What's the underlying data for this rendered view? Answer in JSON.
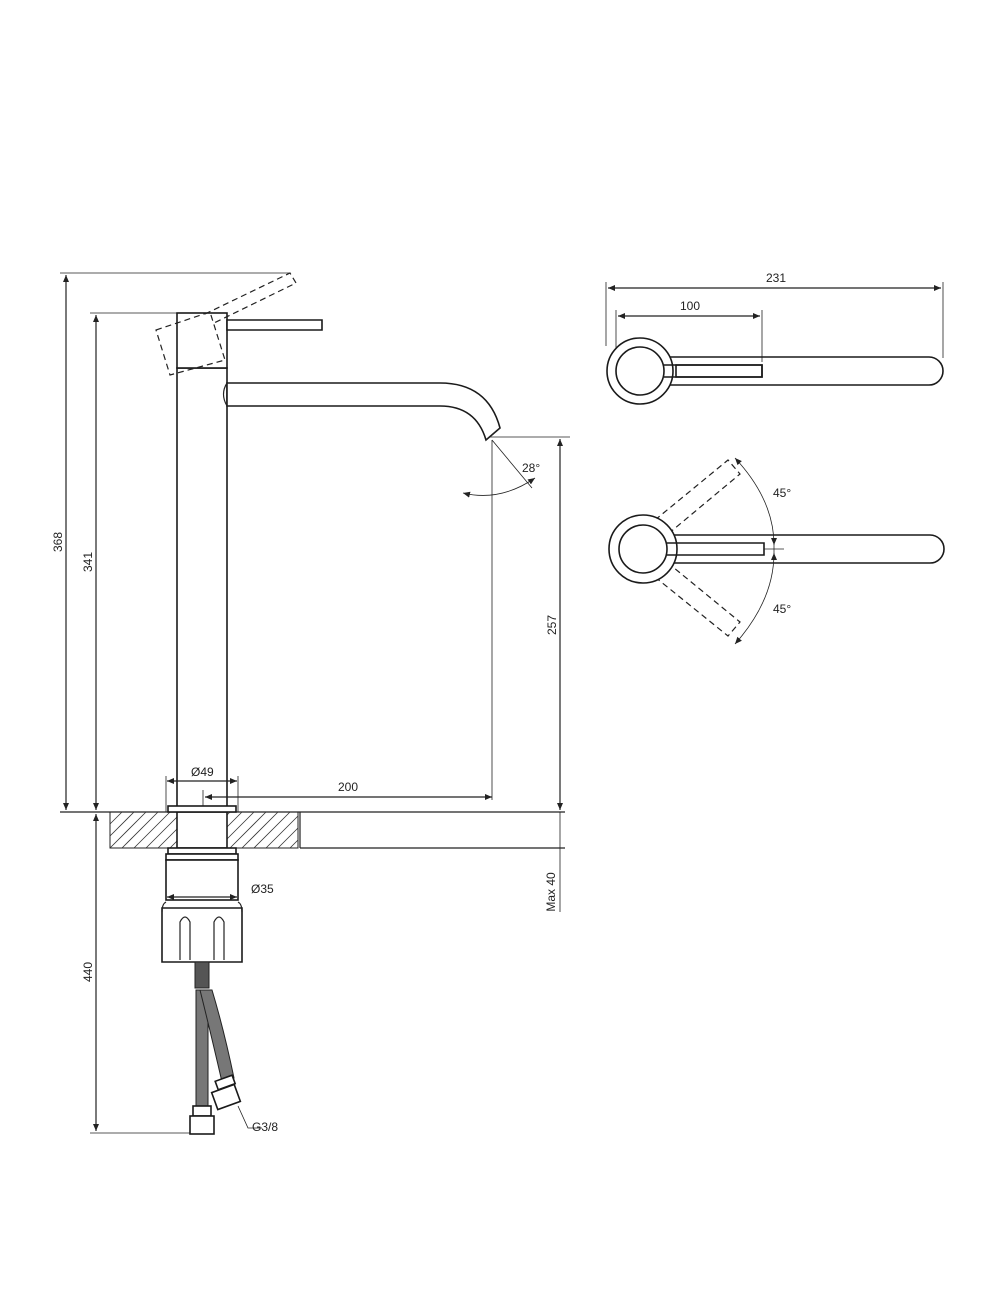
{
  "side_view": {
    "dims": {
      "total_height": "368",
      "body_height": "341",
      "spout_height": "257",
      "reach": "200",
      "body_diameter": "Ø49",
      "shank_diameter": "Ø35",
      "hose_length": "440",
      "deck_max": "Max 40",
      "thread": "G3/8",
      "spout_angle": "28°"
    }
  },
  "top_view": {
    "dims": {
      "overall_length": "231",
      "lever_length": "100",
      "rotation_up": "45°",
      "rotation_down": "45°"
    }
  },
  "colors": {
    "line": "#222222",
    "background": "#ffffff"
  }
}
